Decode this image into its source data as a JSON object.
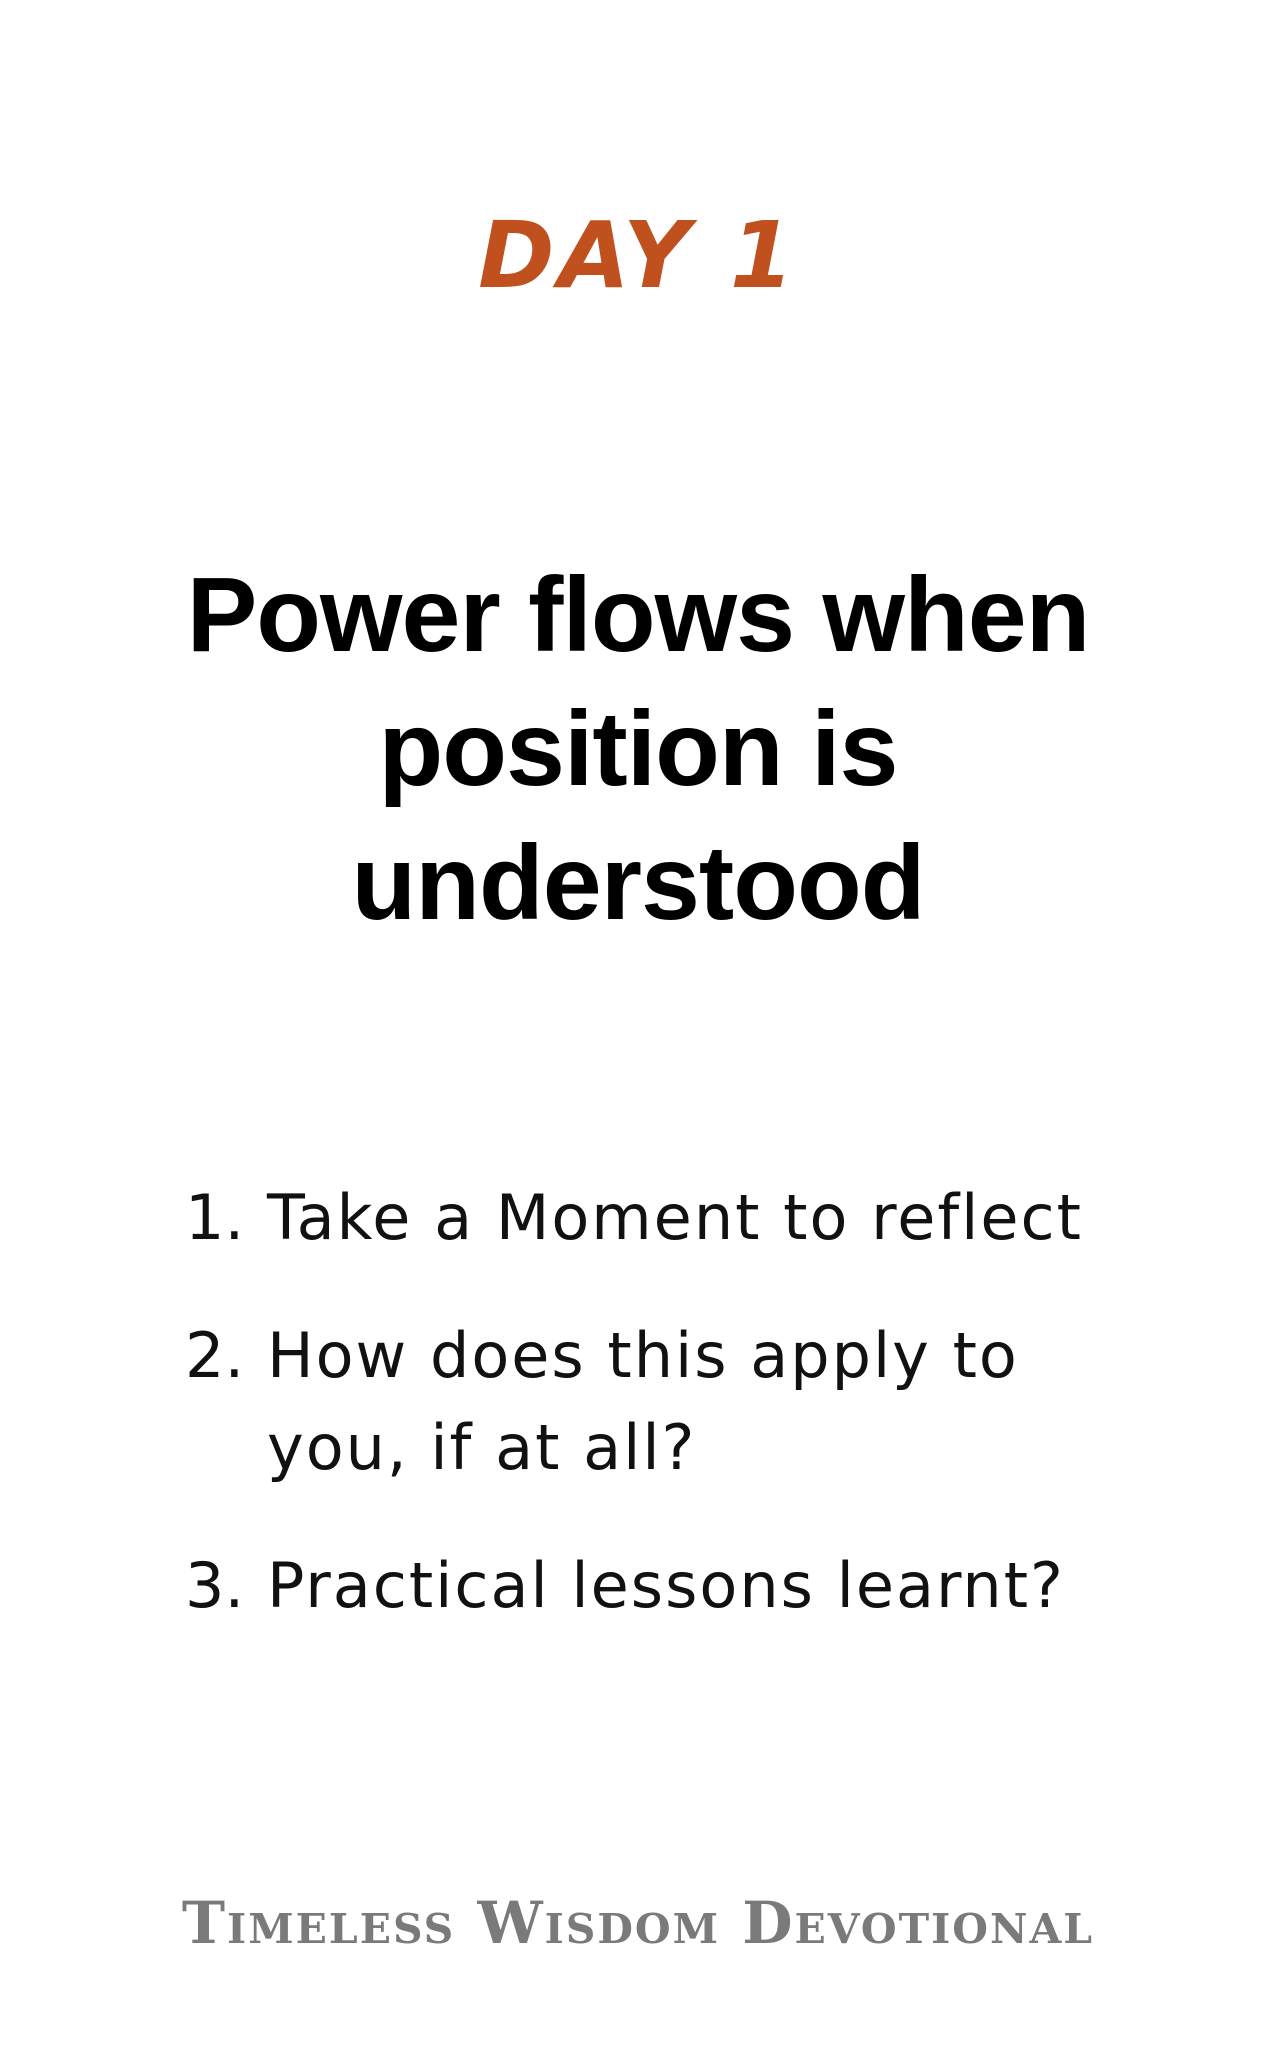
{
  "colors": {
    "accent": "#C1501F",
    "title": "#000000",
    "footer": "#7A7A7A",
    "background": "#FFFFFF"
  },
  "day_heading": "DAY 1",
  "title_lines": [
    "Power flows when",
    "position is",
    "understood"
  ],
  "prompts": [
    {
      "number": "1.",
      "text": "Take a Moment to reflect"
    },
    {
      "number": "2.",
      "text": "How does this apply to you, if at all?"
    },
    {
      "number": "3.",
      "text": "Practical lessons learnt?"
    }
  ],
  "footer": "Timeless Wisdom Devotional"
}
